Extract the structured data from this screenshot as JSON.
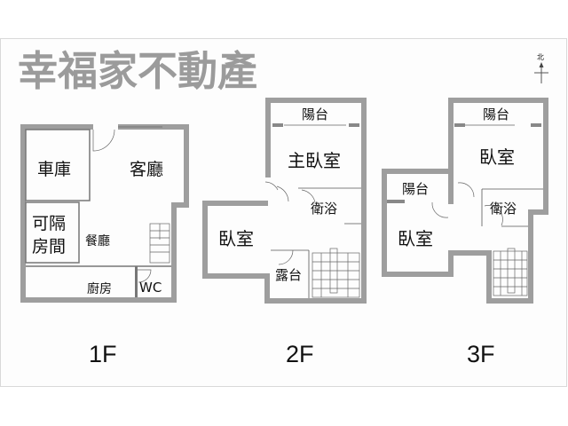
{
  "compass": {
    "label": "北",
    "icon": "north-arrow-icon"
  },
  "watermark": "幸福家不動產",
  "floors": [
    {
      "id": "1F",
      "label": "1F",
      "rooms": {
        "garage": "車庫",
        "living": "客廳",
        "flex_room_line1": "可隔",
        "flex_room_line2": "房間",
        "dining": "餐廳",
        "kitchen": "廚房",
        "wc": "WC"
      }
    },
    {
      "id": "2F",
      "label": "2F",
      "rooms": {
        "balcony": "陽台",
        "master_bedroom": "主臥室",
        "bathroom": "衛浴",
        "bedroom": "臥室",
        "terrace": "露台"
      }
    },
    {
      "id": "3F",
      "label": "3F",
      "rooms": {
        "balcony_main": "陽台",
        "bedroom_main": "臥室",
        "bathroom": "衛浴",
        "balcony_side": "陽台",
        "bedroom_side": "臥室"
      }
    }
  ],
  "colors": {
    "wall": "#9e9e9e",
    "text": "#111111",
    "watermark": "#7a7a7a"
  }
}
